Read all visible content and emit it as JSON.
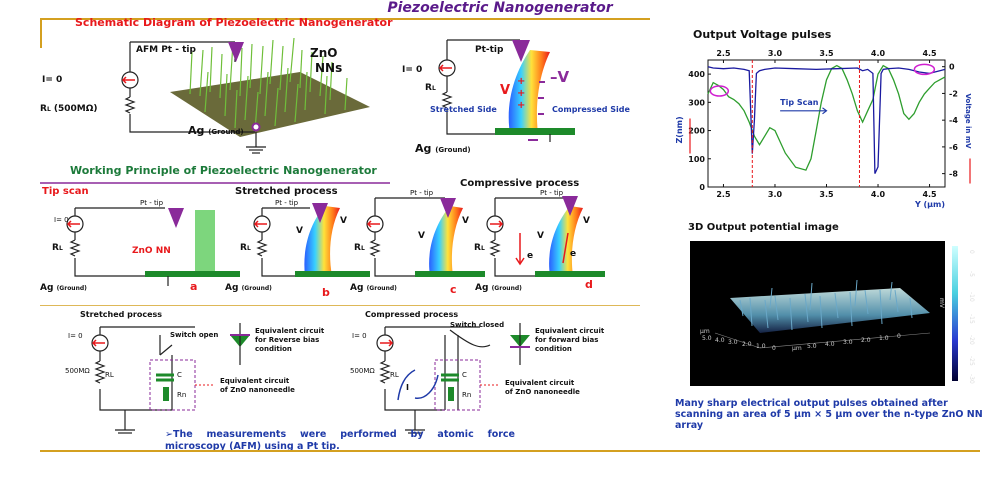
{
  "title": "Piezoelectric Nanogenerator",
  "schematic": {
    "heading": "Schematic Diagram of Piezoelectric Nanogenerator",
    "afm_tip": "AFM Pt - tip",
    "zno": "ZnO",
    "nns": "NNs",
    "current": "I= 0",
    "rl": "R",
    "rl_sub": "L",
    "rl_value": "(500MΩ)",
    "ag": "Ag",
    "ag_sub": "(Ground)"
  },
  "pt_diagram": {
    "pt_tip": "Pt-tip",
    "current": "I= 0",
    "rl": "R",
    "rl_sub": "L",
    "v_plus": "V",
    "v_minus": "–V",
    "stretched": "Stretched Side",
    "compressed": "Compressed Side",
    "ag": "Ag",
    "ag_sub": "(Ground)"
  },
  "working": {
    "heading": "Working Principle of Piezoelectric Nanogenerator",
    "tip_scan": "Tip scan",
    "stretched_process": "Stretched process",
    "compressive_process": "Compressive process",
    "pt_tip": "Pt - tip",
    "current": "I= 0",
    "rl": "R",
    "rl_sub": "L",
    "zno_nn": "ZnO NN",
    "ag": "Ag",
    "ag_sub": "(Ground)",
    "v": "V",
    "v_plus": "V",
    "e": "e",
    "labels": [
      "a",
      "b",
      "c",
      "d"
    ]
  },
  "equivalent": {
    "stretched_heading": "Stretched process",
    "compressed_heading": "Compressed process",
    "switch_open": "Switch open",
    "switch_closed": "Switch closed",
    "reverse_bias": "Equivalent circuit\nfor Reverse bias\ncondition",
    "forward_bias": "Equivalent circuit\nfor forward bias\ncondition",
    "zno_nanoneedle": "Equivalent circuit\nof ZnO nanoneedle",
    "current": "I= 0",
    "i_label": "I",
    "r_value": "500MΩ",
    "rl": "RL",
    "c": "C",
    "rn": "Rn"
  },
  "note": "➢The measurements were performed by atomic force microscopy (AFM) using a Pt tip.",
  "chart_data": {
    "type": "line",
    "title": "Output Voltage pulses",
    "xlabel": "Y (μm)",
    "ylabel": "Z(nm)",
    "ylabel_right": "Voltage in mV",
    "xlim": [
      2.35,
      4.65
    ],
    "ylim": [
      0,
      450
    ],
    "ylim_right": [
      -9,
      0.5
    ],
    "x_ticks": [
      "2.5",
      "3.0",
      "3.5",
      "4.0",
      "4.5"
    ],
    "y_ticks": [
      "0",
      "100",
      "200",
      "300",
      "400"
    ],
    "y_right_ticks": [
      "0",
      "-2",
      "-4",
      "-6",
      "-8"
    ],
    "annotation": "Tip Scan",
    "series": [
      {
        "axis": "left",
        "color": "#2e9e2e",
        "x": [
          2.35,
          2.4,
          2.45,
          2.5,
          2.55,
          2.6,
          2.65,
          2.7,
          2.75,
          2.8,
          2.85,
          2.9,
          2.95,
          3.0,
          3.1,
          3.2,
          3.3,
          3.35,
          3.4,
          3.45,
          3.5,
          3.55,
          3.6,
          3.65,
          3.7,
          3.75,
          3.8,
          3.85,
          3.9,
          3.95,
          4.0,
          4.05,
          4.1,
          4.15,
          4.2,
          4.25,
          4.3,
          4.35,
          4.4,
          4.45,
          4.5,
          4.55,
          4.6,
          4.65
        ],
        "y": [
          330,
          370,
          360,
          345,
          320,
          310,
          295,
          270,
          230,
          180,
          150,
          180,
          210,
          200,
          120,
          70,
          60,
          100,
          200,
          300,
          380,
          420,
          430,
          420,
          380,
          330,
          270,
          230,
          270,
          310,
          400,
          430,
          420,
          380,
          330,
          260,
          240,
          260,
          300,
          330,
          350,
          370,
          380,
          390
        ]
      },
      {
        "axis": "right",
        "color": "#1a1aa0",
        "x": [
          2.35,
          2.4,
          2.5,
          2.6,
          2.7,
          2.75,
          2.78,
          2.8,
          2.82,
          2.85,
          2.9,
          3.0,
          3.2,
          3.4,
          3.6,
          3.8,
          3.85,
          3.9,
          3.95,
          3.97,
          4.0,
          4.03,
          4.05,
          4.1,
          4.2,
          4.3,
          4.4,
          4.5,
          4.6,
          4.65
        ],
        "y": [
          0,
          -0.1,
          -0.15,
          -0.1,
          -0.2,
          -0.3,
          -6.5,
          -4,
          -0.5,
          -0.3,
          -0.2,
          -0.1,
          -0.15,
          -0.2,
          -0.15,
          -0.1,
          -0.3,
          -0.2,
          -0.5,
          -8,
          -7.5,
          -0.5,
          -0.2,
          -0.15,
          -0.1,
          -0.2,
          -0.4,
          -0.5,
          -0.3,
          -0.2
        ]
      }
    ]
  },
  "potential": {
    "heading": "3D Output potential image",
    "unit": "mV",
    "colorbar_ticks": [
      "0",
      "-5",
      "-10",
      "-15",
      "-20",
      "-25",
      "-30"
    ],
    "um": "μm",
    "axis_ticks": [
      "5.0",
      "4.0",
      "3.0",
      "2.0",
      "1.0",
      "0"
    ],
    "axis_ticks2": [
      "5.0",
      "4.0",
      "3.0",
      "2.0",
      "1.0",
      "0"
    ]
  },
  "caption": "Many sharp electrical output pulses obtained after scanning an area of 5 μm × 5 μm over the n-type ZnO NN array"
}
